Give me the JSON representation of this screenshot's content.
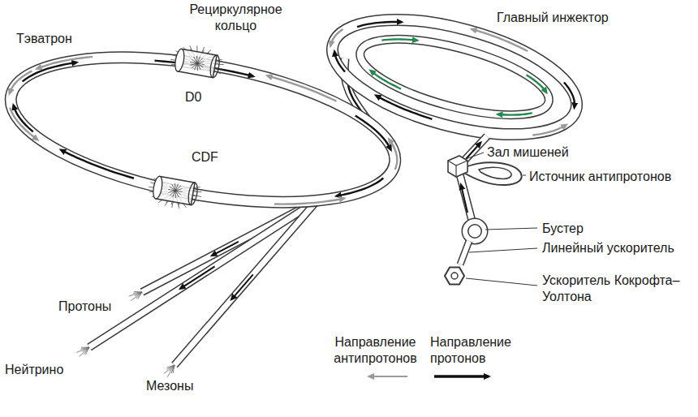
{
  "diagram": {
    "labels": [
      "Рециркулярное кольцо",
      "Главный инжектор",
      "Тэватрон",
      "D0",
      "Зал мишеней",
      "Источник антипротонов",
      "CDF",
      "Бустер",
      "Линейный ускоритель",
      "Ускоритель Кокрофта–Уолтона",
      "Протоны",
      "Нейтрино",
      "Мезоны"
    ],
    "legend": [
      {
        "text": "Направление антипротонов"
      },
      {
        "text": "Направление протонов"
      }
    ]
  }
}
